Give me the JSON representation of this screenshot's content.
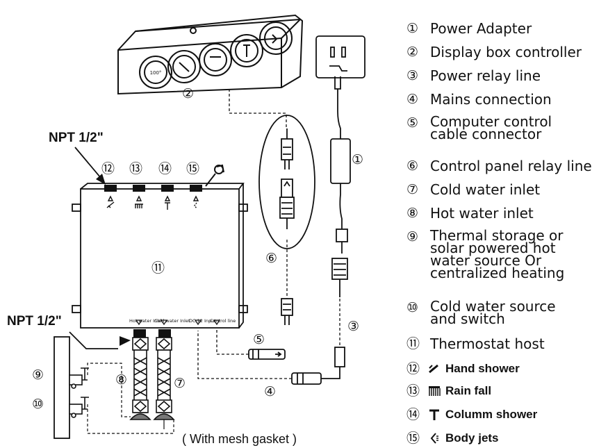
{
  "legend": [
    {
      "num": "①",
      "text": "Power Adapter"
    },
    {
      "num": "②",
      "text": "Display box controller"
    },
    {
      "num": "③",
      "text": "Power relay line"
    },
    {
      "num": "④",
      "text": "Mains connection"
    },
    {
      "num": "⑤",
      "text": "Computer control\ncable connector"
    },
    {
      "num": "⑥",
      "text": "Control panel relay line"
    },
    {
      "num": "⑦",
      "text": "Cold water inlet"
    },
    {
      "num": "⑧",
      "text": "Hot water inlet"
    },
    {
      "num": "⑨",
      "text": "Thermal storage or\nsolar powered hot\nwater source Or\ncentralized heating"
    },
    {
      "num": "⑩",
      "text": "Cold water source\nand switch"
    },
    {
      "num": "⑪",
      "text": "Thermostat host"
    },
    {
      "num": "⑫",
      "text": "Hand shower",
      "icon": "hand-shower-icon"
    },
    {
      "num": "⑬",
      "text": "Rain fall",
      "icon": "rain-fall-icon"
    },
    {
      "num": "⑭",
      "text": "Columm shower",
      "icon": "column-shower-icon"
    },
    {
      "num": "⑮",
      "text": "Body jets",
      "icon": "body-jets-icon"
    }
  ],
  "callouts": {
    "npt_top": "NPT 1/2\"",
    "npt_bottom": "NPT 1/2\"",
    "mesh_note": "( With mesh gasket )"
  },
  "markers": {
    "m1": "①",
    "m2": "②",
    "m3": "③",
    "m4": "④",
    "m5": "⑤",
    "m6": "⑥",
    "m7": "⑦",
    "m8": "⑧",
    "m9": "⑨",
    "m10": "⑩",
    "m11": "⑪",
    "m12": "⑫",
    "m13": "⑬",
    "m14": "⑭",
    "m15": "⑮"
  },
  "port_labels": {
    "hot_inlet": "Hot water Inlet",
    "cold_inlet": "Cold water Inlet",
    "dc_input": "DC 12 Input",
    "control_line": "Control line"
  },
  "display_readout": "100°"
}
